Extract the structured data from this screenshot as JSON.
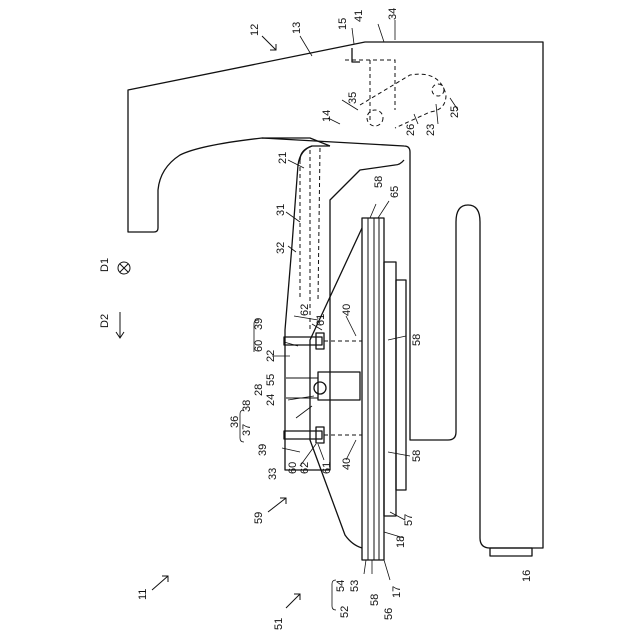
{
  "figure": {
    "labels": {
      "n11": "11",
      "n12": "12",
      "n13": "13",
      "n14": "14",
      "n15": "15",
      "n16": "16",
      "n17": "17",
      "n18": "18",
      "n21": "21",
      "n22": "22",
      "n23": "23",
      "n24": "24",
      "n25": "25",
      "n26": "26",
      "n28": "28",
      "n31": "31",
      "n32": "32",
      "n33": "33",
      "n34": "34",
      "n35": "35",
      "n36": "36",
      "n37": "37",
      "n38": "38",
      "n39a": "39",
      "n39b": "39",
      "n40a": "40",
      "n40b": "40",
      "n41": "41",
      "n51": "51",
      "n52": "52",
      "n53": "53",
      "n54": "54",
      "n55": "55",
      "n56": "56",
      "n57": "57",
      "n58a": "58",
      "n58b": "58",
      "n58c": "58",
      "n58d": "58",
      "n59": "59",
      "n60a": "60",
      "n60b": "60",
      "n61a": "61",
      "n61b": "61",
      "n62a": "62",
      "n62b": "62",
      "n65": "65"
    },
    "directions": {
      "d1": "D1",
      "d2": "D2"
    }
  }
}
